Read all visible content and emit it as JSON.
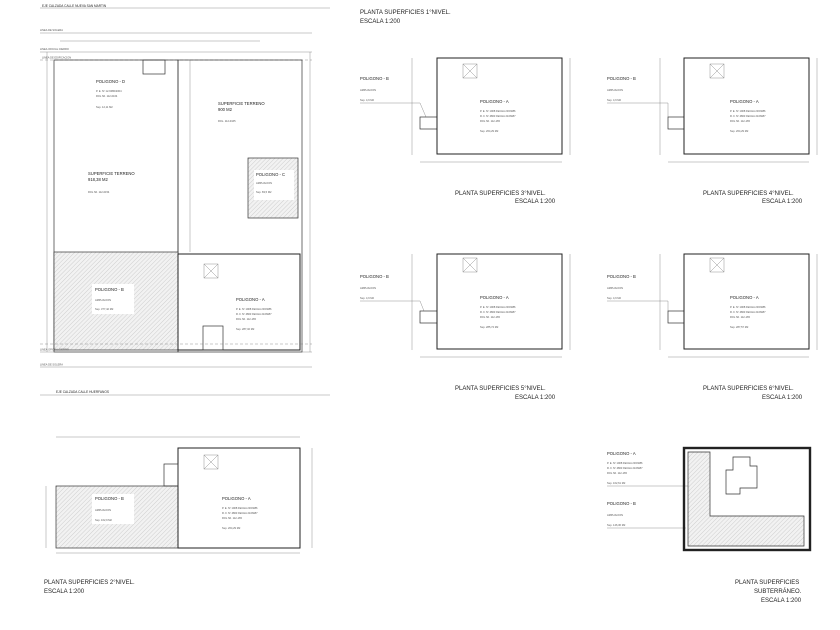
{
  "street_top": "EJE CALZADA CALLE NUEVA SAN MARTIN",
  "street_bottom": "EJE CALZADA CALLE HUERFANOS",
  "line_labels": {
    "linea_solera": "LINEA DE SOLERA",
    "linea_oficial": "LINEA OFICIAL CIERRO",
    "linea_edificacion": "LINEA DE EDIFICACION",
    "linea_solera_b": "LINEA DE SOLERA"
  },
  "site": {
    "poligono_d": {
      "name": "POLIGONO - D",
      "pe": "P. E. Nº 12-6080/2004",
      "rol": "ROL SII. 112-0164",
      "sup": "Sup. 12,11 M2"
    },
    "terreno_left": {
      "name": "SUPERFICIE TERRENO",
      "area": "918,38 M2",
      "rol": "ROL SII. 112-0154"
    },
    "terreno_right": {
      "name": "SUPERFICIE TERRENO",
      "area": "900 M2",
      "rol": "ROL. 112-0165"
    },
    "poligono_c": {
      "name": "POLIGONO - C",
      "amp": "AMPLIACION",
      "sup": "Sup. 83,5 M2"
    },
    "poligono_b": {
      "name": "POLIGONO - B",
      "amp": "AMPLIACION",
      "sup": "Sup. 377,42 M2"
    },
    "poligono_a": {
      "name": "POLIGONO - A",
      "pe": "P. E. Nº 1908 FECHA 23/03/86",
      "rf": "R. F. Nº 4803 FECHA 21/09/87",
      "rol": "ROL SII. 112-165",
      "sup": "Sup. 287,32 M2"
    }
  },
  "plan2": {
    "title": "PLANTA SUPERFICIES 2°NIVEL.",
    "scale": "ESCALA 1:200",
    "poligono_b": {
      "name": "POLIGONO - B",
      "amp": "AMPLIACION",
      "sup": "Sup. 162,9 M2"
    },
    "poligono_a": {
      "name": "POLIGONO - A",
      "pe": "P. E. Nº 1908 FECHA 23/03/86",
      "rf": "R. F. Nº 4803 FECHA 21/09/87",
      "rol": "ROL SII. 112-165",
      "sup": "Sup. 264,29 M2"
    }
  },
  "plan1": {
    "title": "PLANTA SUPERFICIES 1°NIVEL.",
    "scale": "ESCALA 1:200",
    "poligono_b": {
      "name": "POLIGONO - B",
      "amp": "AMPLIACION",
      "sup": "Sup. 4,6 M2"
    },
    "poligono_a": {
      "name": "POLIGONO - A",
      "pe": "P. E. Nº 1908 FECHA 23/03/86",
      "rf": "R. F. Nº 4803 FECHA 21/09/87",
      "rol": "ROL SII. 112-165",
      "sup": "Sup. 264,29 M2"
    }
  },
  "plan3": {
    "title": "PLANTA SUPERFICIES 3°NIVEL.",
    "scale": "ESCALA 1:200"
  },
  "plan4": {
    "title": "PLANTA SUPERFICIES 4°NIVEL.",
    "scale": "ESCALA 1:200",
    "poligono_b": {
      "name": "POLIGONO - B",
      "amp": "AMPLIACION",
      "sup": "Sup. 4,6 M2"
    },
    "poligono_a": {
      "name": "POLIGONO - A",
      "pe": "P. E. Nº 1908 FECHA 23/03/86",
      "rf": "R. F. Nº 4803 FECHA 21/09/87",
      "rol": "ROL SII. 112-165",
      "sup": "Sup. 264,29 M2"
    }
  },
  "plan5": {
    "title": "PLANTA SUPERFICIES 5°NIVEL.",
    "scale": "ESCALA 1:200",
    "poligono_b": {
      "name": "POLIGONO - B",
      "amp": "AMPLIACION",
      "sup": "Sup. 4,6 M2"
    },
    "poligono_a": {
      "name": "POLIGONO - A",
      "pe": "P. E. Nº 1908 FECHA 23/03/86",
      "rf": "R. F. Nº 4803 FECHA 21/09/87",
      "rol": "ROL SII. 112-165",
      "sup": "Sup. 285,74 M2"
    }
  },
  "plan6": {
    "title": "PLANTA SUPERFICIES 6°NIVEL.",
    "scale": "ESCALA 1:200",
    "poligono_b": {
      "name": "POLIGONO - B",
      "amp": "AMPLIACION",
      "sup": "Sup. 4,6 M2"
    },
    "poligono_a": {
      "name": "POLIGONO - A",
      "pe": "P. E. Nº 1908 FECHA 23/03/86",
      "rf": "R. F. Nº 4803 FECHA 21/09/87",
      "rol": "ROL SII. 112-165",
      "sup": "Sup. 287,57 M2"
    }
  },
  "planSub": {
    "title1": "PLANTA SUPERFICIES",
    "title2": "SUBTERRÁNEO.",
    "scale": "ESCALA 1:200",
    "poligono_a": {
      "name": "POLIGONO - A",
      "pe": "P. E. Nº 1908 FECHA 23/03/86",
      "rf": "R. F. Nº 4803 FECHA 21/09/87",
      "rol": "ROL SII. 112-165",
      "sup": "Sup. 162,61 M2"
    },
    "poligono_b": {
      "name": "POLIGONO - B",
      "amp": "AMPLIACION",
      "sup": "Sup. 146,36 M2"
    }
  }
}
